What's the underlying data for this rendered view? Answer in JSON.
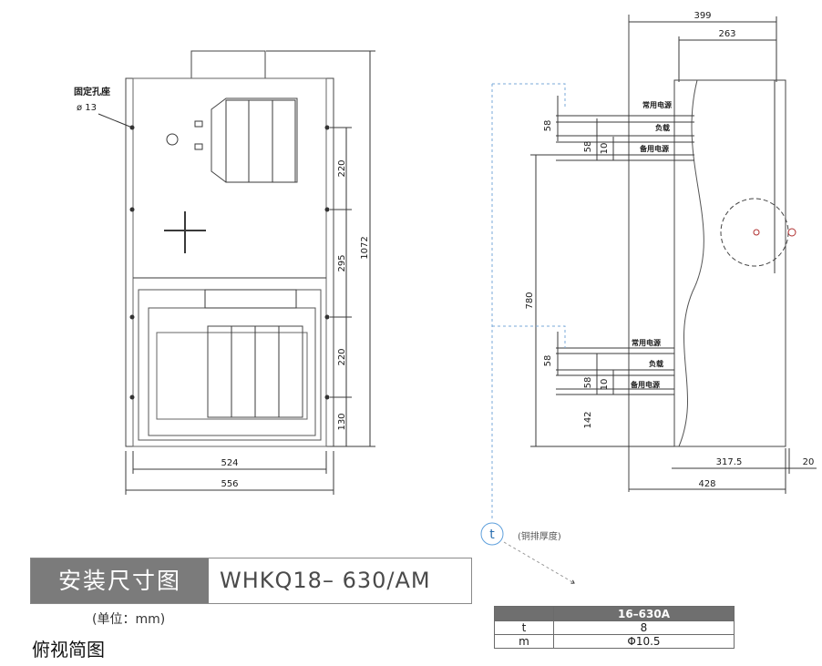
{
  "left_view": {
    "hole_label": "固定孔座",
    "hole_dia": "ø 13",
    "dims": {
      "d220a": "220",
      "d295": "295",
      "d220b": "220",
      "d130": "130",
      "d1072": "1072",
      "d524": "524",
      "d556": "556"
    }
  },
  "side_view": {
    "dims": {
      "d399": "399",
      "d263": "263",
      "d58a": "58",
      "d58b": "58",
      "d10a": "10",
      "d780": "780",
      "d58c": "58",
      "d58d": "58",
      "d10b": "10",
      "d142": "142",
      "d317": "317.5",
      "d20": "20",
      "d428": "428"
    },
    "labels": {
      "common_top": "常用电源",
      "load_top": "负载",
      "backup_top": "备用电源",
      "common_bot": "常用电源",
      "load_bot": "负载",
      "backup_bot": "备用电源"
    },
    "t_symbol": "t",
    "t_note": "(铜排厚度)"
  },
  "title": {
    "left": "安装尺寸图",
    "right": "WHKQ18– 630/AM"
  },
  "unit_note": "(单位：mm)",
  "view_label": "俯视简图",
  "spec_table": {
    "header": [
      "",
      "16–630A"
    ],
    "rows": [
      [
        "t",
        "8"
      ],
      [
        "m",
        "Φ10.5"
      ]
    ]
  }
}
